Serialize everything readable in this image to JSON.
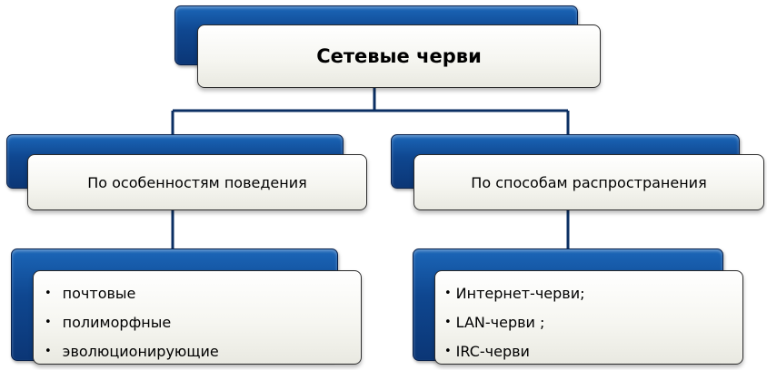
{
  "root": {
    "title": "Сетевые черви"
  },
  "branches": [
    {
      "title": "По особенностям поведения",
      "items": [
        "почтовые",
        "полиморфные",
        "эволюционирующие"
      ]
    },
    {
      "title": "По способам распространения",
      "items": [
        "Интернет-черви;",
        "LAN-черви ;",
        "IRC-черви"
      ]
    }
  ],
  "bullet": "•",
  "colors": {
    "block_blue": "#0f4790",
    "connector": "#0b2f63",
    "card_fill": "#f6f6f1",
    "card_border": "#2a2a2a"
  }
}
